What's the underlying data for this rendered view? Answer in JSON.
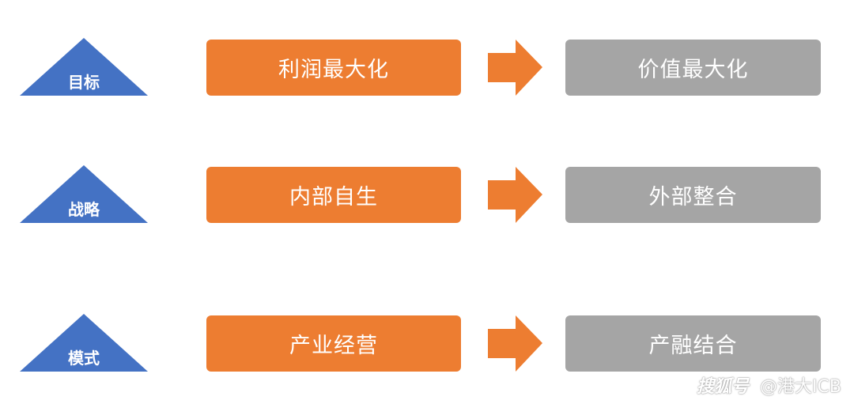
{
  "colors": {
    "triangle": "#4472C4",
    "from": "#ED7D31",
    "to": "#A5A5A5"
  },
  "rows": [
    {
      "label": "目标",
      "from": "利润最大化",
      "to": "价值最大化"
    },
    {
      "label": "战略",
      "from": "内部自生",
      "to": "外部整合"
    },
    {
      "label": "模式",
      "from": "产业经营",
      "to": "产融结合"
    }
  ],
  "watermark": {
    "platform": "搜狐号",
    "account": "@港大ICB"
  }
}
